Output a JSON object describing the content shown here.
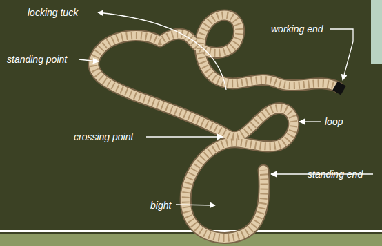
{
  "diagram": {
    "labels": [
      "locking tuck",
      "standing point",
      "working end",
      "loop",
      "crossing point",
      "standing end",
      "bight"
    ]
  }
}
